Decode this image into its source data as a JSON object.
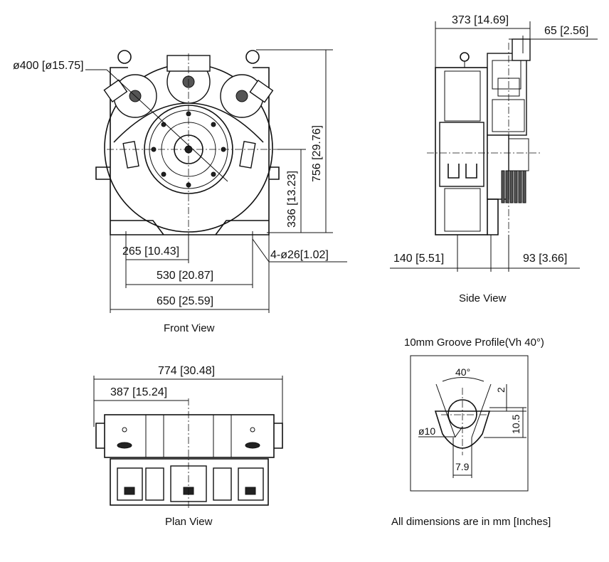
{
  "front_view": {
    "caption": "Front View",
    "dia_pulley": "ø400 [ø15.75]",
    "height_total": "756 [29.76]",
    "height_center": "336 [13.23]",
    "half_bolt": "265 [10.43]",
    "bolt_span": "530 [20.87]",
    "base_width": "650 [25.59]",
    "holes": "4-ø26[1.02]"
  },
  "side_view": {
    "caption": "Side View",
    "depth_top": "373 [14.69]",
    "offset_top": "65 [2.56]",
    "left_base": "140 [5.51]",
    "right_base": "93 [3.66]"
  },
  "plan_view": {
    "caption": "Plan View",
    "length_total": "774 [30.48]",
    "length_half": "387 [15.24]"
  },
  "groove": {
    "title": "10mm Groove Profile(Vh 40°)",
    "angle": "40°",
    "dim_2": "2",
    "dim_10_5": "10.5",
    "dia": "ø10",
    "dim_7_9": "7.9"
  },
  "note": "All dimensions are in mm [Inches]"
}
